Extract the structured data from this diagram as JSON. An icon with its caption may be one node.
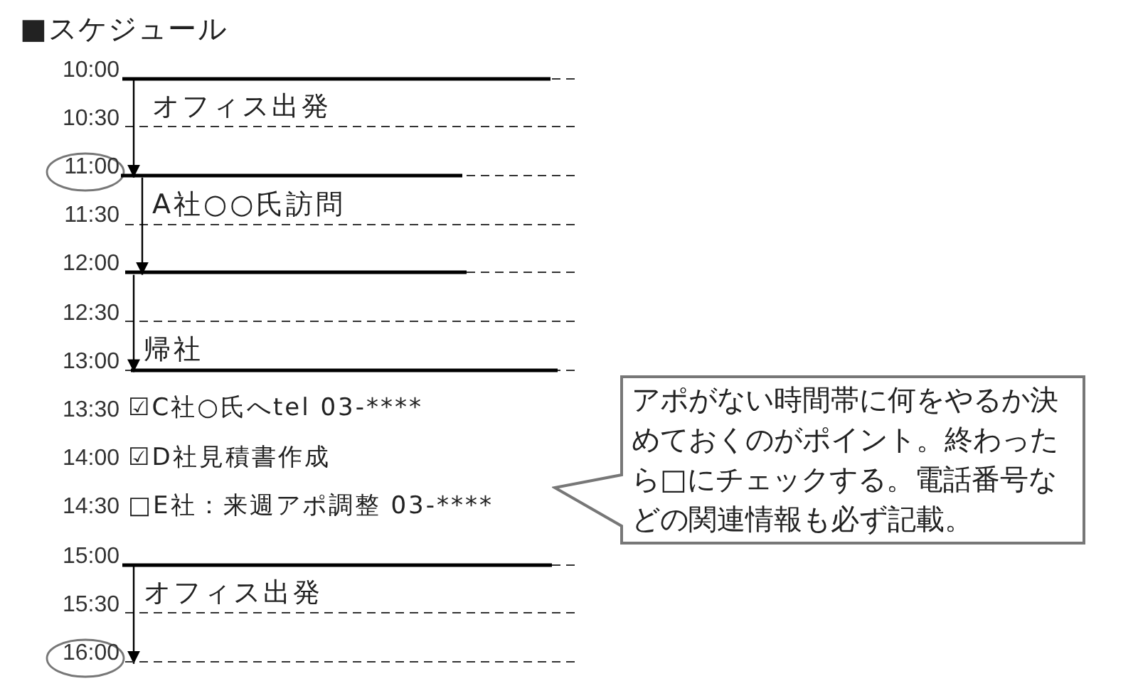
{
  "diagram": {
    "title": "■スケジュール",
    "nodes": [
      {
        "text": [
          "10:00"
        ]
      },
      {
        "text": [
          "11:00"
        ]
      },
      {
        "text": [
          "12:00"
        ]
      },
      {
        "text": [
          "13:00"
        ]
      },
      {
        "text": [
          "アポがない時間帯に何をやるか決めておくのがポイント。終わったら□にチェックする。電話番号などの関連情報も必ず記載。"
        ]
      },
      {
        "text": [
          "15:00"
        ]
      },
      {
        "text": [
          "16:00"
        ]
      }
    ],
    "edges": [
      {
        "from": 0,
        "to": 1,
        "arrow": "to",
        "label": "オフィス出発"
      },
      {
        "from": 1,
        "to": 2,
        "arrow": "to",
        "label": "A社○○氏訪問"
      },
      {
        "from": 2,
        "to": 3,
        "arrow": "to",
        "label": "帰社"
      },
      {
        "from": 5,
        "to": 6,
        "arrow": "to",
        "label": "オフィス出発"
      }
    ],
    "labels": [
      "10:30",
      "11:30",
      "12:30",
      "13:30",
      "☑C社○氏へtel 03-****",
      "14:00",
      "☑D社見積書作成",
      "14:30",
      "□E社：来週アポ調整 03-****",
      "15:30"
    ]
  }
}
